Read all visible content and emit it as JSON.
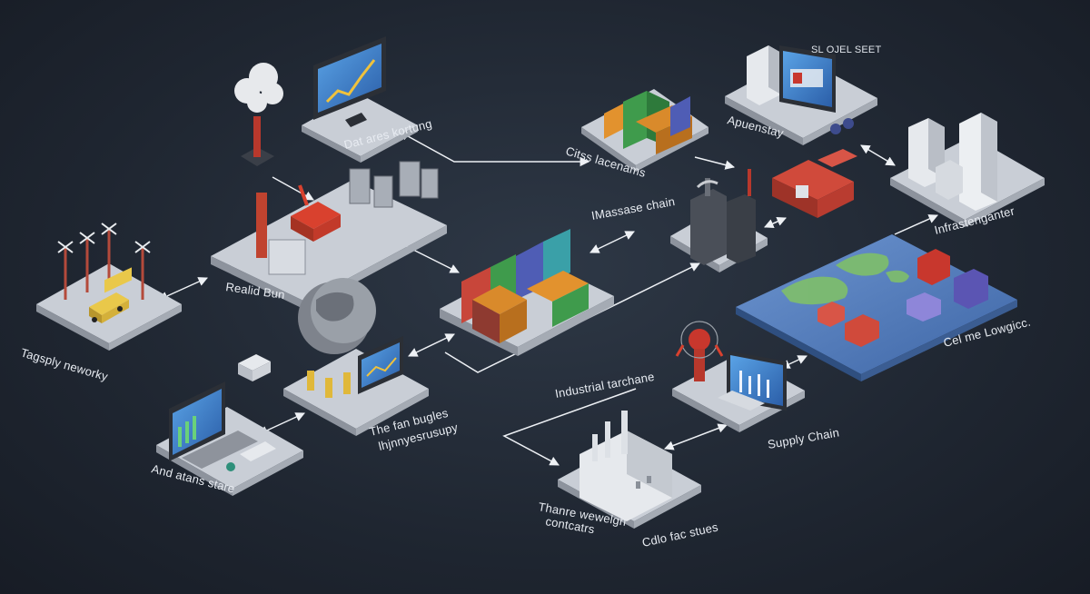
{
  "labels": {
    "top_left_screen": "Dat ares kortung",
    "top_center_containers": "Citss lacenams",
    "top_right_screen_title": "SL OJEL SEET",
    "top_right_screen": "Apuenstay",
    "infra": "Infrastenganter",
    "center_chain": "IMassase chain",
    "retail": "Realid Bun",
    "supply_network": "Tagsply neworky",
    "center_left_1": "The fan bugles",
    "center_left_2": "lhjnnyesrusupy",
    "left_bottom": "And atans stare",
    "industrial": "Industrial tarchane",
    "map_label": "Cel me Lowgicc.",
    "supply_chain": "Supply Chain",
    "bottom_factory_1": "Thanre wewelgh",
    "bottom_factory_2": "contcatrs",
    "bottom_center": "Cdlo fac stues"
  },
  "colors": {
    "background": "#1f2631",
    "platform": "#c9ced6",
    "accent_red": "#c8372d",
    "container_green": "#3f9b4c",
    "container_blue": "#4f5db5",
    "container_orange": "#d98a2b",
    "screen_blue": "#3f7fd1",
    "map_blue": "#5d86c4"
  },
  "icons": [
    "windmill-icon",
    "truck-icon",
    "smokestack-icon",
    "monitor-icon",
    "crane-icon",
    "container-stack-icon",
    "factory-icon",
    "server-icon",
    "building-icon",
    "world-map-icon",
    "robot-icon",
    "globe-icon",
    "laptop-icon"
  ]
}
